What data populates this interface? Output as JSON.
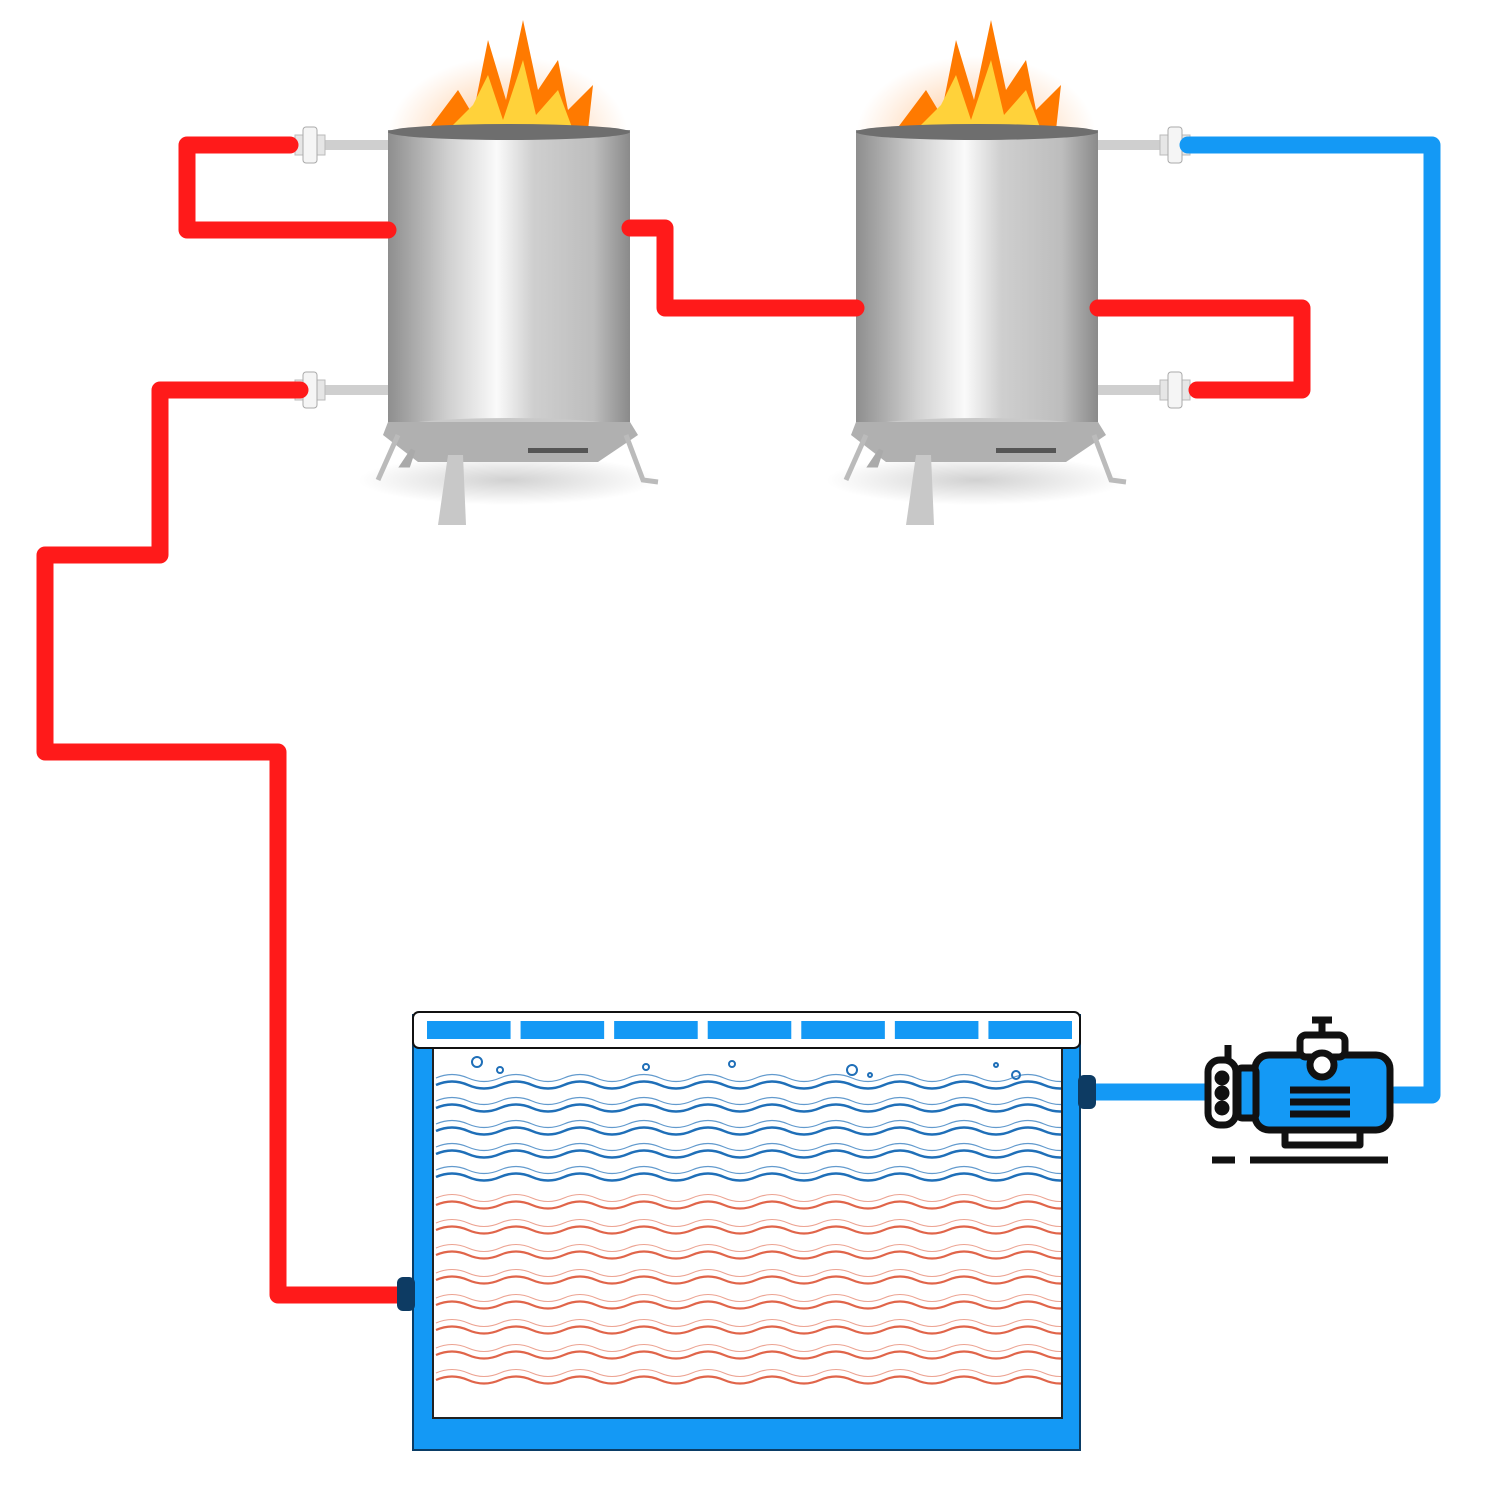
{
  "diagram": {
    "kind": "heating-loop",
    "components": [
      {
        "id": "stove-1",
        "icon": "wood-stove-icon"
      },
      {
        "id": "stove-2",
        "icon": "wood-stove-icon"
      },
      {
        "id": "pool",
        "icon": "swimming-pool-icon"
      },
      {
        "id": "pump",
        "icon": "water-pump-icon"
      }
    ],
    "colors": {
      "hot_pipe": "#ff1a1a",
      "cold_pipe": "#1499f5",
      "pool_frame": "#1499f5",
      "cold_wave": "#1f6fb8",
      "warm_wave": "#e0654a",
      "steel_dark": "#9a9a9a",
      "steel_light": "#f2f2f2",
      "flame_outer": "#ff7a00",
      "flame_inner": "#ffd23a",
      "pump_line": "#111111"
    },
    "pool_rim_segments": 7,
    "cold_wave_rows": 5,
    "warm_wave_rows": 8
  }
}
